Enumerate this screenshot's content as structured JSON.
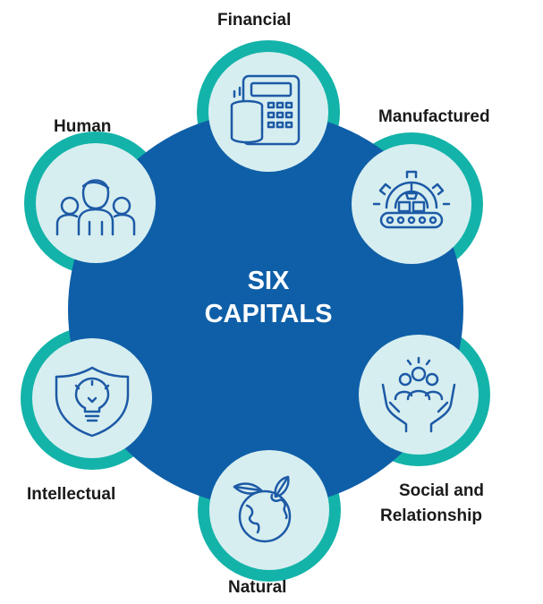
{
  "center": {
    "line1": "SIX",
    "line2": "CAPITALS"
  },
  "capitals": [
    {
      "label": "Financial",
      "icon": "calculator-coins-icon"
    },
    {
      "label": "Manufactured",
      "icon": "conveyor-robot-icon"
    },
    {
      "label_line1": "Social and",
      "label_line2": "Relationship",
      "icon": "hands-people-icon"
    },
    {
      "label": "Natural",
      "icon": "globe-leaves-icon"
    },
    {
      "label": "Intellectual",
      "icon": "shield-lightbulb-icon"
    },
    {
      "label": "Human",
      "icon": "people-group-icon"
    }
  ],
  "colors": {
    "core": "#0f5fa8",
    "ring": "#14b3a9",
    "node": "#d7eef0",
    "icon": "#1d5aa6",
    "text": "#1a1a1a"
  }
}
